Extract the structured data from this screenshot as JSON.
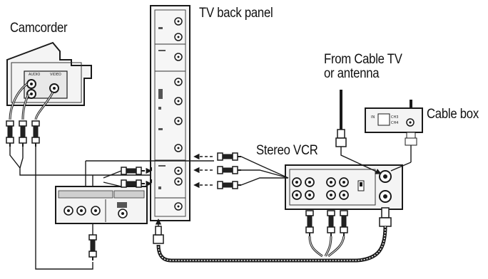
{
  "labels": {
    "camcorder": "Camcorder",
    "tv_back_panel": "TV back panel",
    "from_cable_line1": "From Cable TV",
    "from_cable_line2": "or antenna",
    "cable_box": "Cable box",
    "stereo_vcr": "Stereo VCR"
  },
  "colors": {
    "line": "#1a1a1a",
    "panel_fill": "#f4f4f4",
    "shade": "#bdbdbd"
  }
}
